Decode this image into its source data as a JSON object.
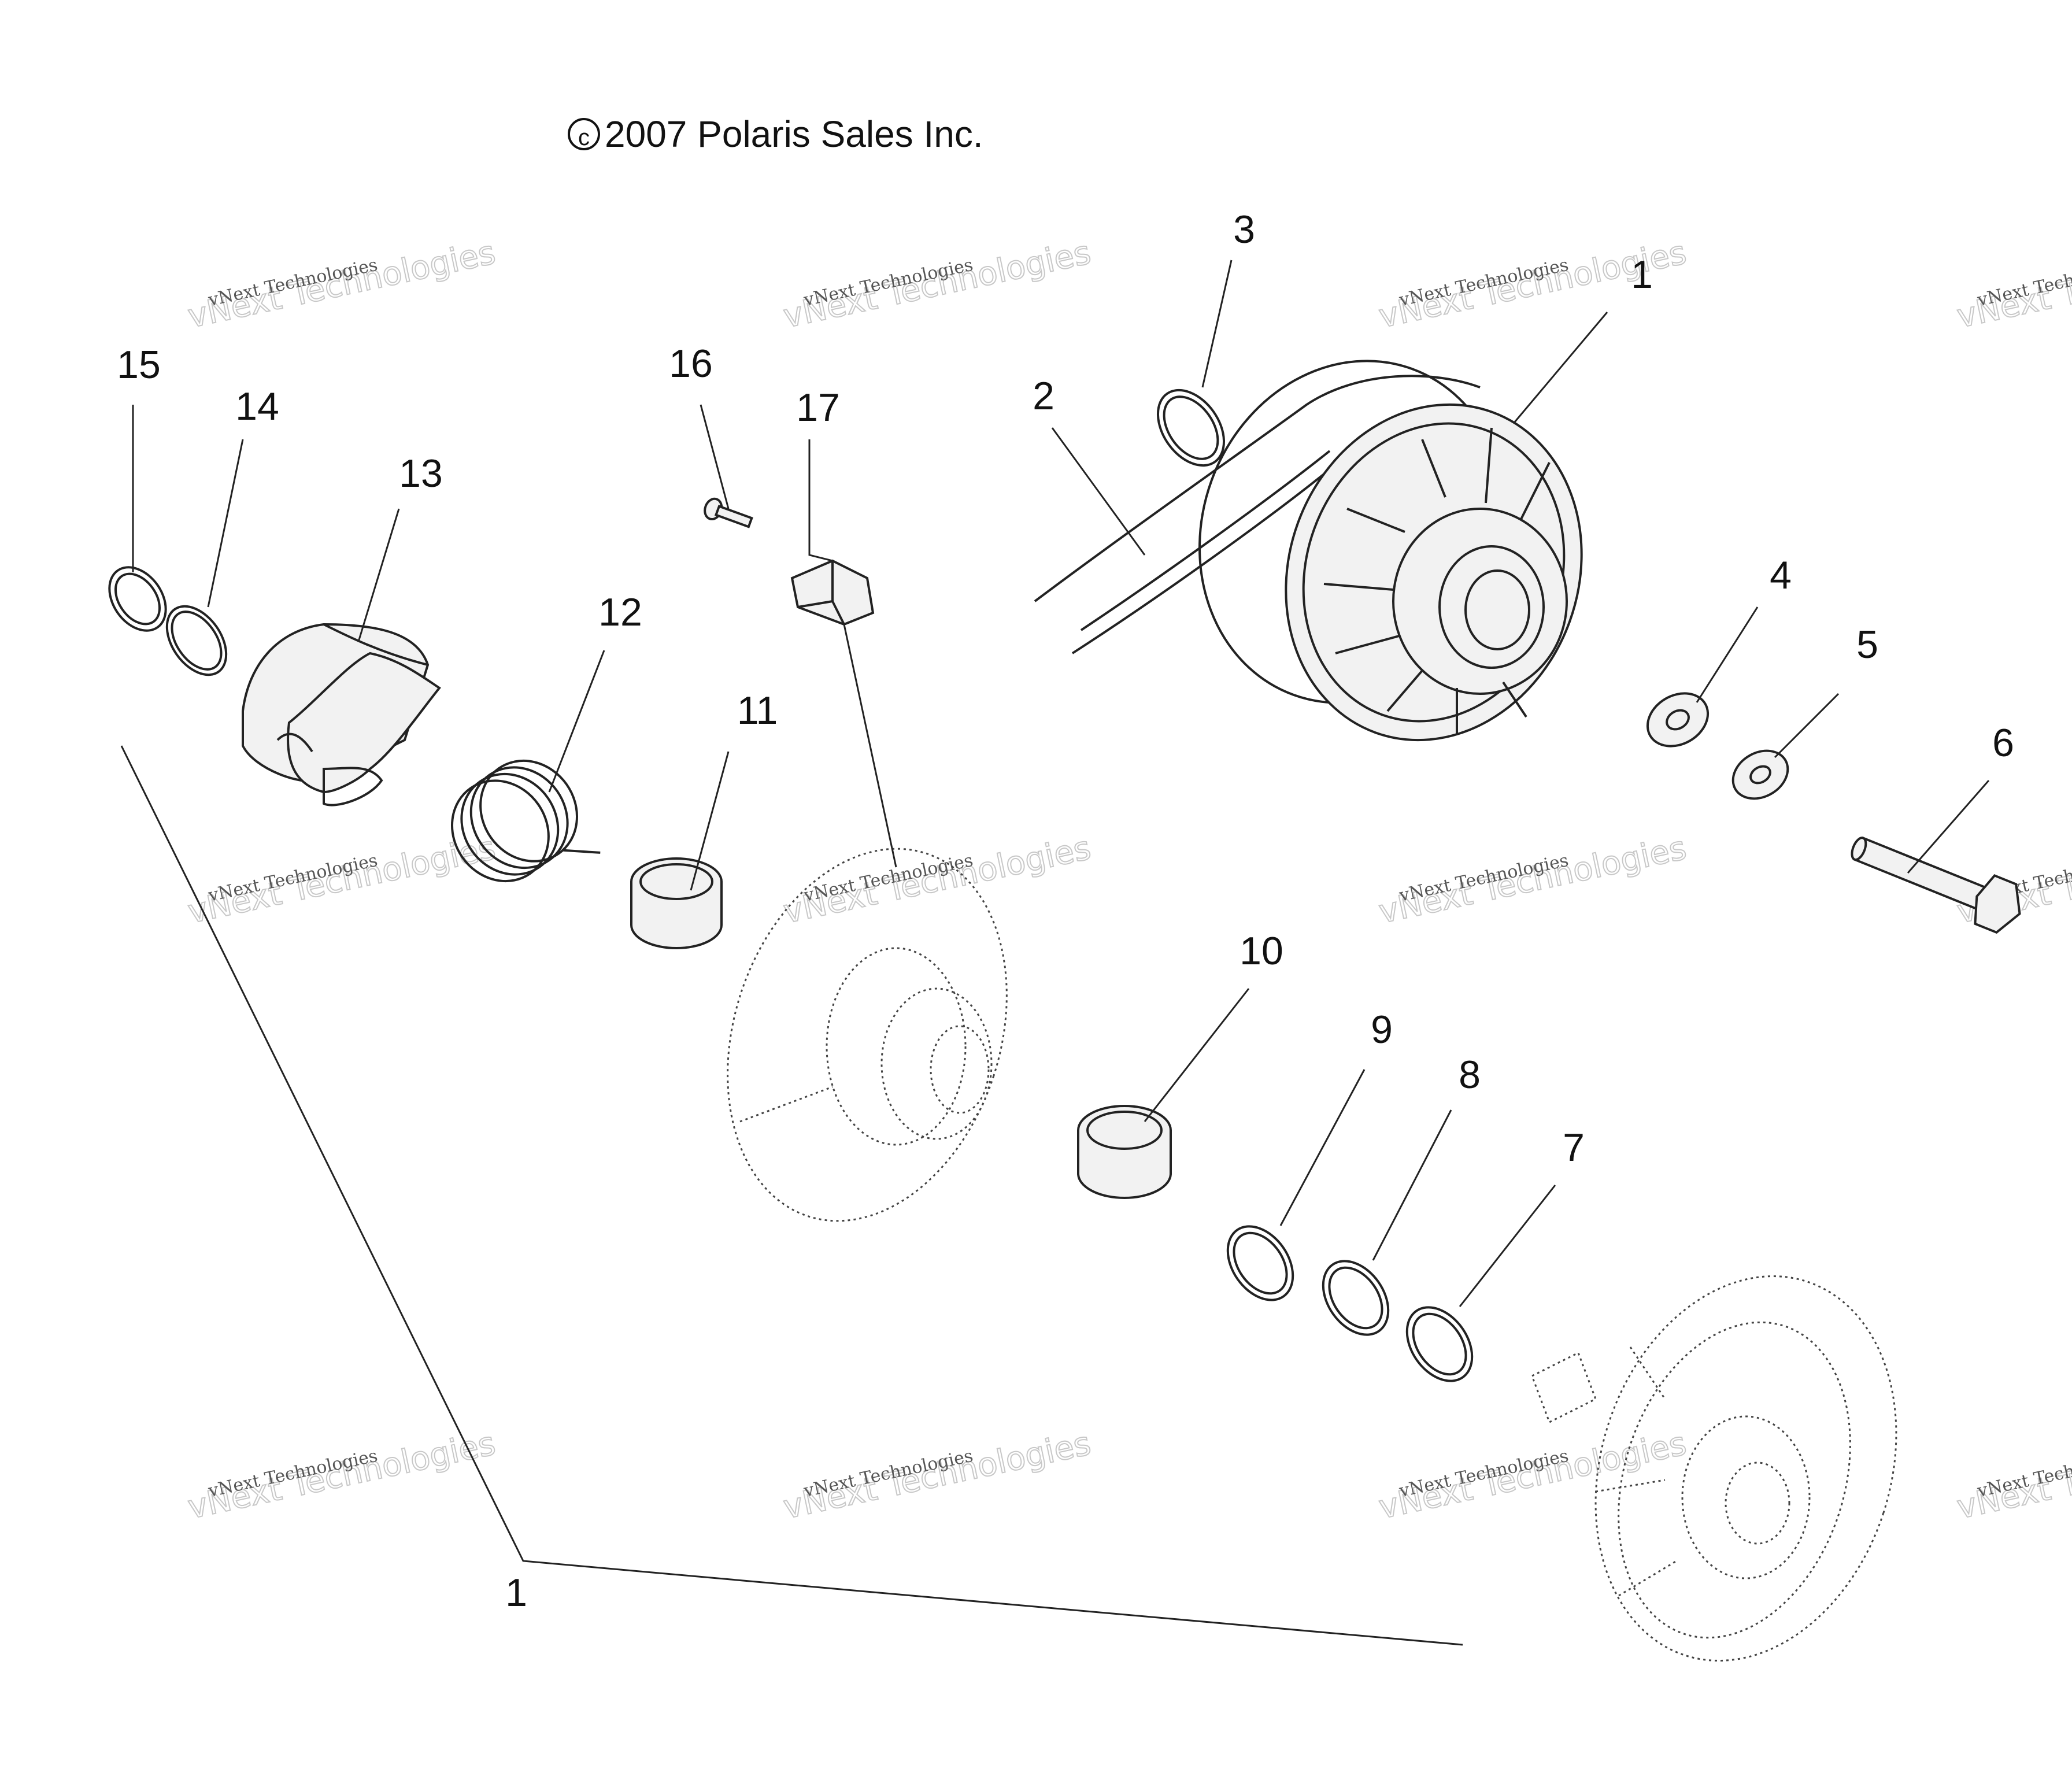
{
  "copyright": "2007 Polaris Sales Inc.",
  "watermark": {
    "line1": "vNext Technologies",
    "line2": "vNext Technologies"
  },
  "callouts": [
    "1",
    "1",
    "2",
    "3",
    "4",
    "5",
    "6",
    "7",
    "8",
    "9",
    "10",
    "11",
    "12",
    "13",
    "14",
    "15",
    "16",
    "17"
  ]
}
